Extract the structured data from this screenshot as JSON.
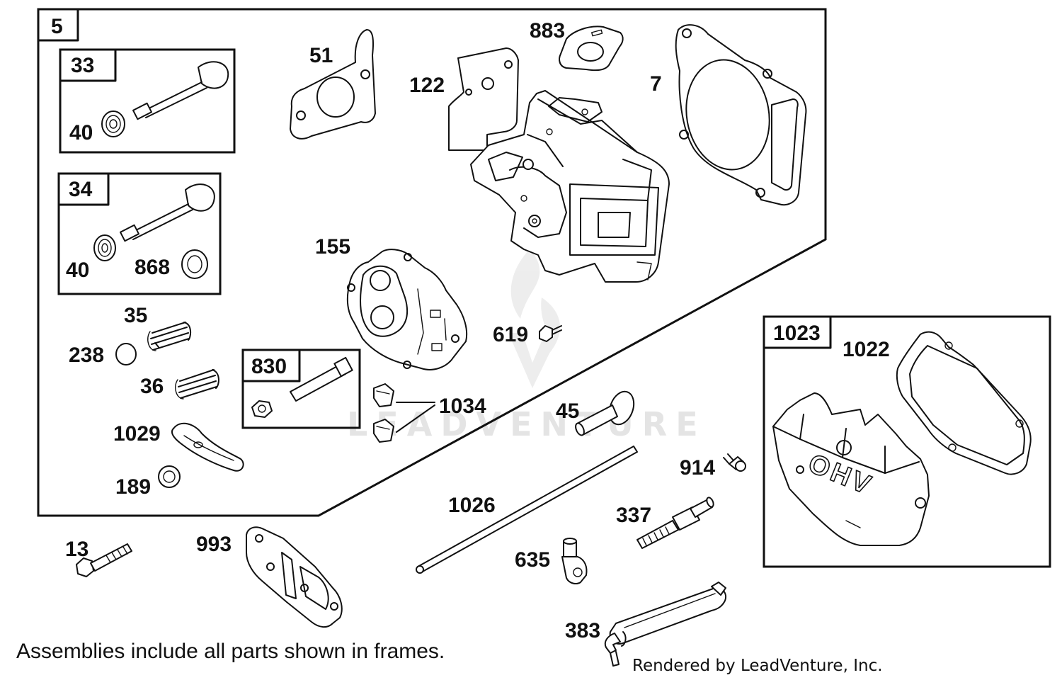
{
  "diagram": {
    "frames": [
      {
        "id": "5",
        "label": "5"
      },
      {
        "id": "33",
        "label": "33"
      },
      {
        "id": "34",
        "label": "34"
      },
      {
        "id": "830",
        "label": "830"
      },
      {
        "id": "1023",
        "label": "1023"
      }
    ],
    "parts": [
      {
        "id": "p40a",
        "label": "40",
        "icon": "valve-keeper-icon"
      },
      {
        "id": "p40b",
        "label": "40",
        "icon": "valve-keeper-icon"
      },
      {
        "id": "p868",
        "label": "868",
        "icon": "valve-seal-icon"
      },
      {
        "id": "p35",
        "label": "35",
        "icon": "spring-icon"
      },
      {
        "id": "p238",
        "label": "238",
        "icon": "cap-icon"
      },
      {
        "id": "p36",
        "label": "36",
        "icon": "spring-icon"
      },
      {
        "id": "p1029",
        "label": "1029",
        "icon": "rocker-arm-icon"
      },
      {
        "id": "p189",
        "label": "189",
        "icon": "washer-icon"
      },
      {
        "id": "p51",
        "label": "51",
        "icon": "gasket-icon"
      },
      {
        "id": "p122",
        "label": "122",
        "icon": "plate-icon"
      },
      {
        "id": "p883",
        "label": "883",
        "icon": "gasket-icon"
      },
      {
        "id": "p7",
        "label": "7",
        "icon": "head-gasket-icon"
      },
      {
        "id": "p155",
        "label": "155",
        "icon": "gasket-icon"
      },
      {
        "id": "p619",
        "label": "619",
        "icon": "screw-icon"
      },
      {
        "id": "p1034",
        "label": "1034",
        "icon": "clip-icon"
      },
      {
        "id": "p45",
        "label": "45",
        "icon": "valve-icon"
      },
      {
        "id": "p1022",
        "label": "1022",
        "icon": "cover-gasket-icon"
      },
      {
        "id": "p914",
        "label": "914",
        "icon": "screw-icon"
      },
      {
        "id": "p337",
        "label": "337",
        "icon": "spark-plug-icon"
      },
      {
        "id": "p1026",
        "label": "1026",
        "icon": "push-rod-icon"
      },
      {
        "id": "p635",
        "label": "635",
        "icon": "fitting-icon"
      },
      {
        "id": "p13",
        "label": "13",
        "icon": "bolt-icon"
      },
      {
        "id": "p993",
        "label": "993",
        "icon": "gasket-icon"
      },
      {
        "id": "p383",
        "label": "383",
        "icon": "wrench-icon"
      }
    ],
    "cover_text": "OHV",
    "note": "Assemblies include all parts shown in frames.",
    "credit": "Rendered by LeadVenture, Inc.",
    "watermark": "LEADVENTURE"
  }
}
